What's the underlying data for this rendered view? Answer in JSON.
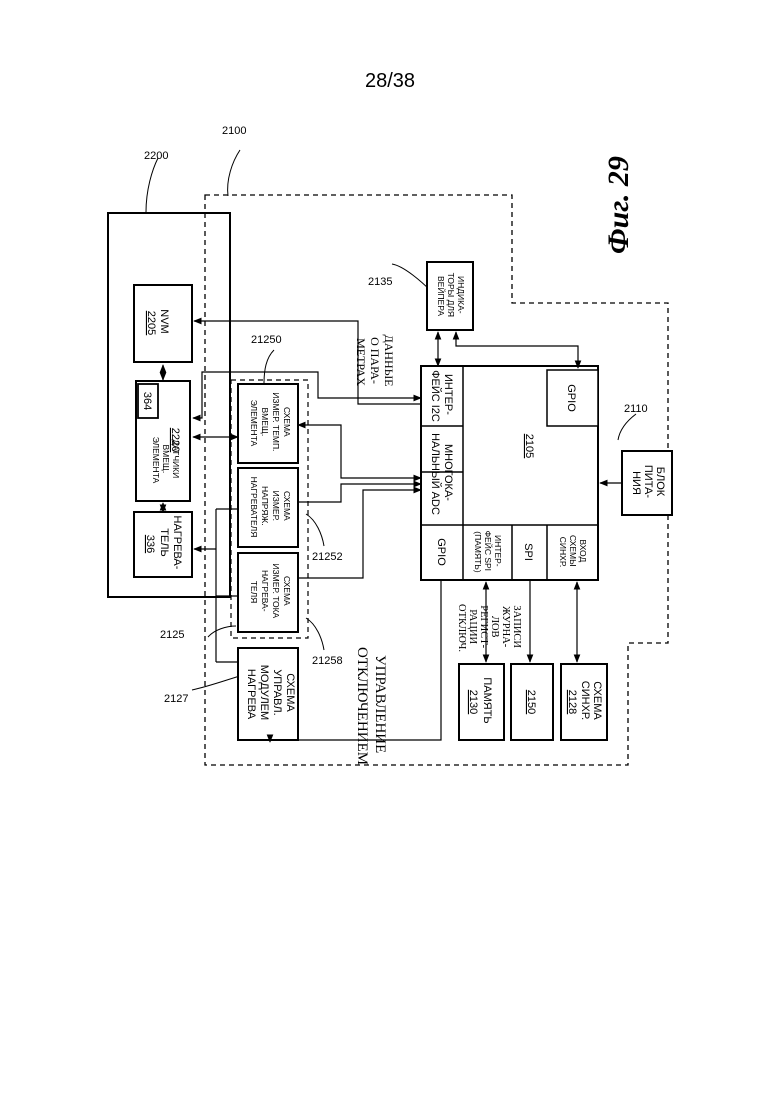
{
  "page_number": "28/38",
  "figure_label": "Фиг. 29",
  "refs": {
    "r2200": "2200",
    "r2100": "2100",
    "r2135": "2135",
    "r21250": "21250",
    "r2110": "2110",
    "r2125": "2125",
    "r2127": "2127",
    "r21252": "21252",
    "r21258": "21258"
  },
  "blocks": {
    "nvm": {
      "line1": "NVM",
      "line2": "2205"
    },
    "sensors": {
      "box": "364",
      "line1": "ДАТЧИКИ",
      "line2": "ВМЕЩ.",
      "line3": "ЭЛЕМЕНТА",
      "line4": "2220"
    },
    "heater": {
      "line1": "НАГРЕВА-",
      "line2": "ТЕЛЬ",
      "line3": "336"
    },
    "temp_meas": {
      "line1": "СХЕМА",
      "line2": "ИЗМЕР. ТЕМП.",
      "line3": "ВМЕЩ.",
      "line4": "ЭЛЕМЕНТА"
    },
    "volt_meas": {
      "line1": "СХЕМА",
      "line2": "ИЗМЕР.",
      "line3": "НАПРЯЖ.",
      "line4": "НАГРЕВАТЕЛЯ"
    },
    "curr_meas": {
      "line1": "СХЕМА",
      "line2": "ИЗМЕР. ТОКА",
      "line3": "НАГРЕВА-",
      "line4": "ТЕЛЯ"
    },
    "heat_ctrl": {
      "line1": "СХЕМА",
      "line2": "УПРАВЛ.",
      "line3": "МОДУЛЕМ",
      "line4": "НАГРЕВА"
    },
    "wiper": {
      "line1": "ИНДИКА-",
      "line2": "ТОРЫ ДЛЯ",
      "line3": "ВЕЙПЕРА"
    },
    "power": {
      "line1": "БЛОК",
      "line2": "ПИТА-",
      "line3": "НИЯ"
    },
    "memory": {
      "line1": "ПАМЯТЬ",
      "line2": "2130"
    },
    "b2150": {
      "line1": "2150"
    },
    "sync": {
      "line1": "СХЕМА",
      "line2": "СИНХР.",
      "line3": "2128"
    }
  },
  "mcu": {
    "center": "2105",
    "gpio_top": "GPIO",
    "i2c": {
      "line1": "ИНТЕР-",
      "line2": "ФЕЙС I2C"
    },
    "adc": {
      "line1": "МНОГОКА-",
      "line2": "НАЛЬНЫЙ ADC"
    },
    "gpio_left": "GPIO",
    "spi_mem": {
      "line1": "ИНТЕР-",
      "line2": "ФЕЙС SPI",
      "line3": "(ПАМЯТЬ)"
    },
    "spi": "SPI",
    "sync_in": {
      "line1": "ВХОД",
      "line2": "СХЕМЫ",
      "line3": "СИНХР."
    }
  },
  "annotations": {
    "param_data": {
      "line1": "ДАННЫЕ",
      "line2": "О ПАРА-",
      "line3": "МЕТРАХ"
    },
    "shutdown_ctrl": {
      "line1": "УПРАВЛЕНИЕ",
      "line2": "ОТКЛЮЧЕНИЕМ"
    },
    "log_records": {
      "line1": "ЗАПИСИ",
      "line2": "ЖУРНА-",
      "line3": "ЛОВ",
      "line4": "РЕГИСТ-",
      "line5": "РАЦИИ",
      "line6": "ОТКЛЮЧ."
    }
  }
}
